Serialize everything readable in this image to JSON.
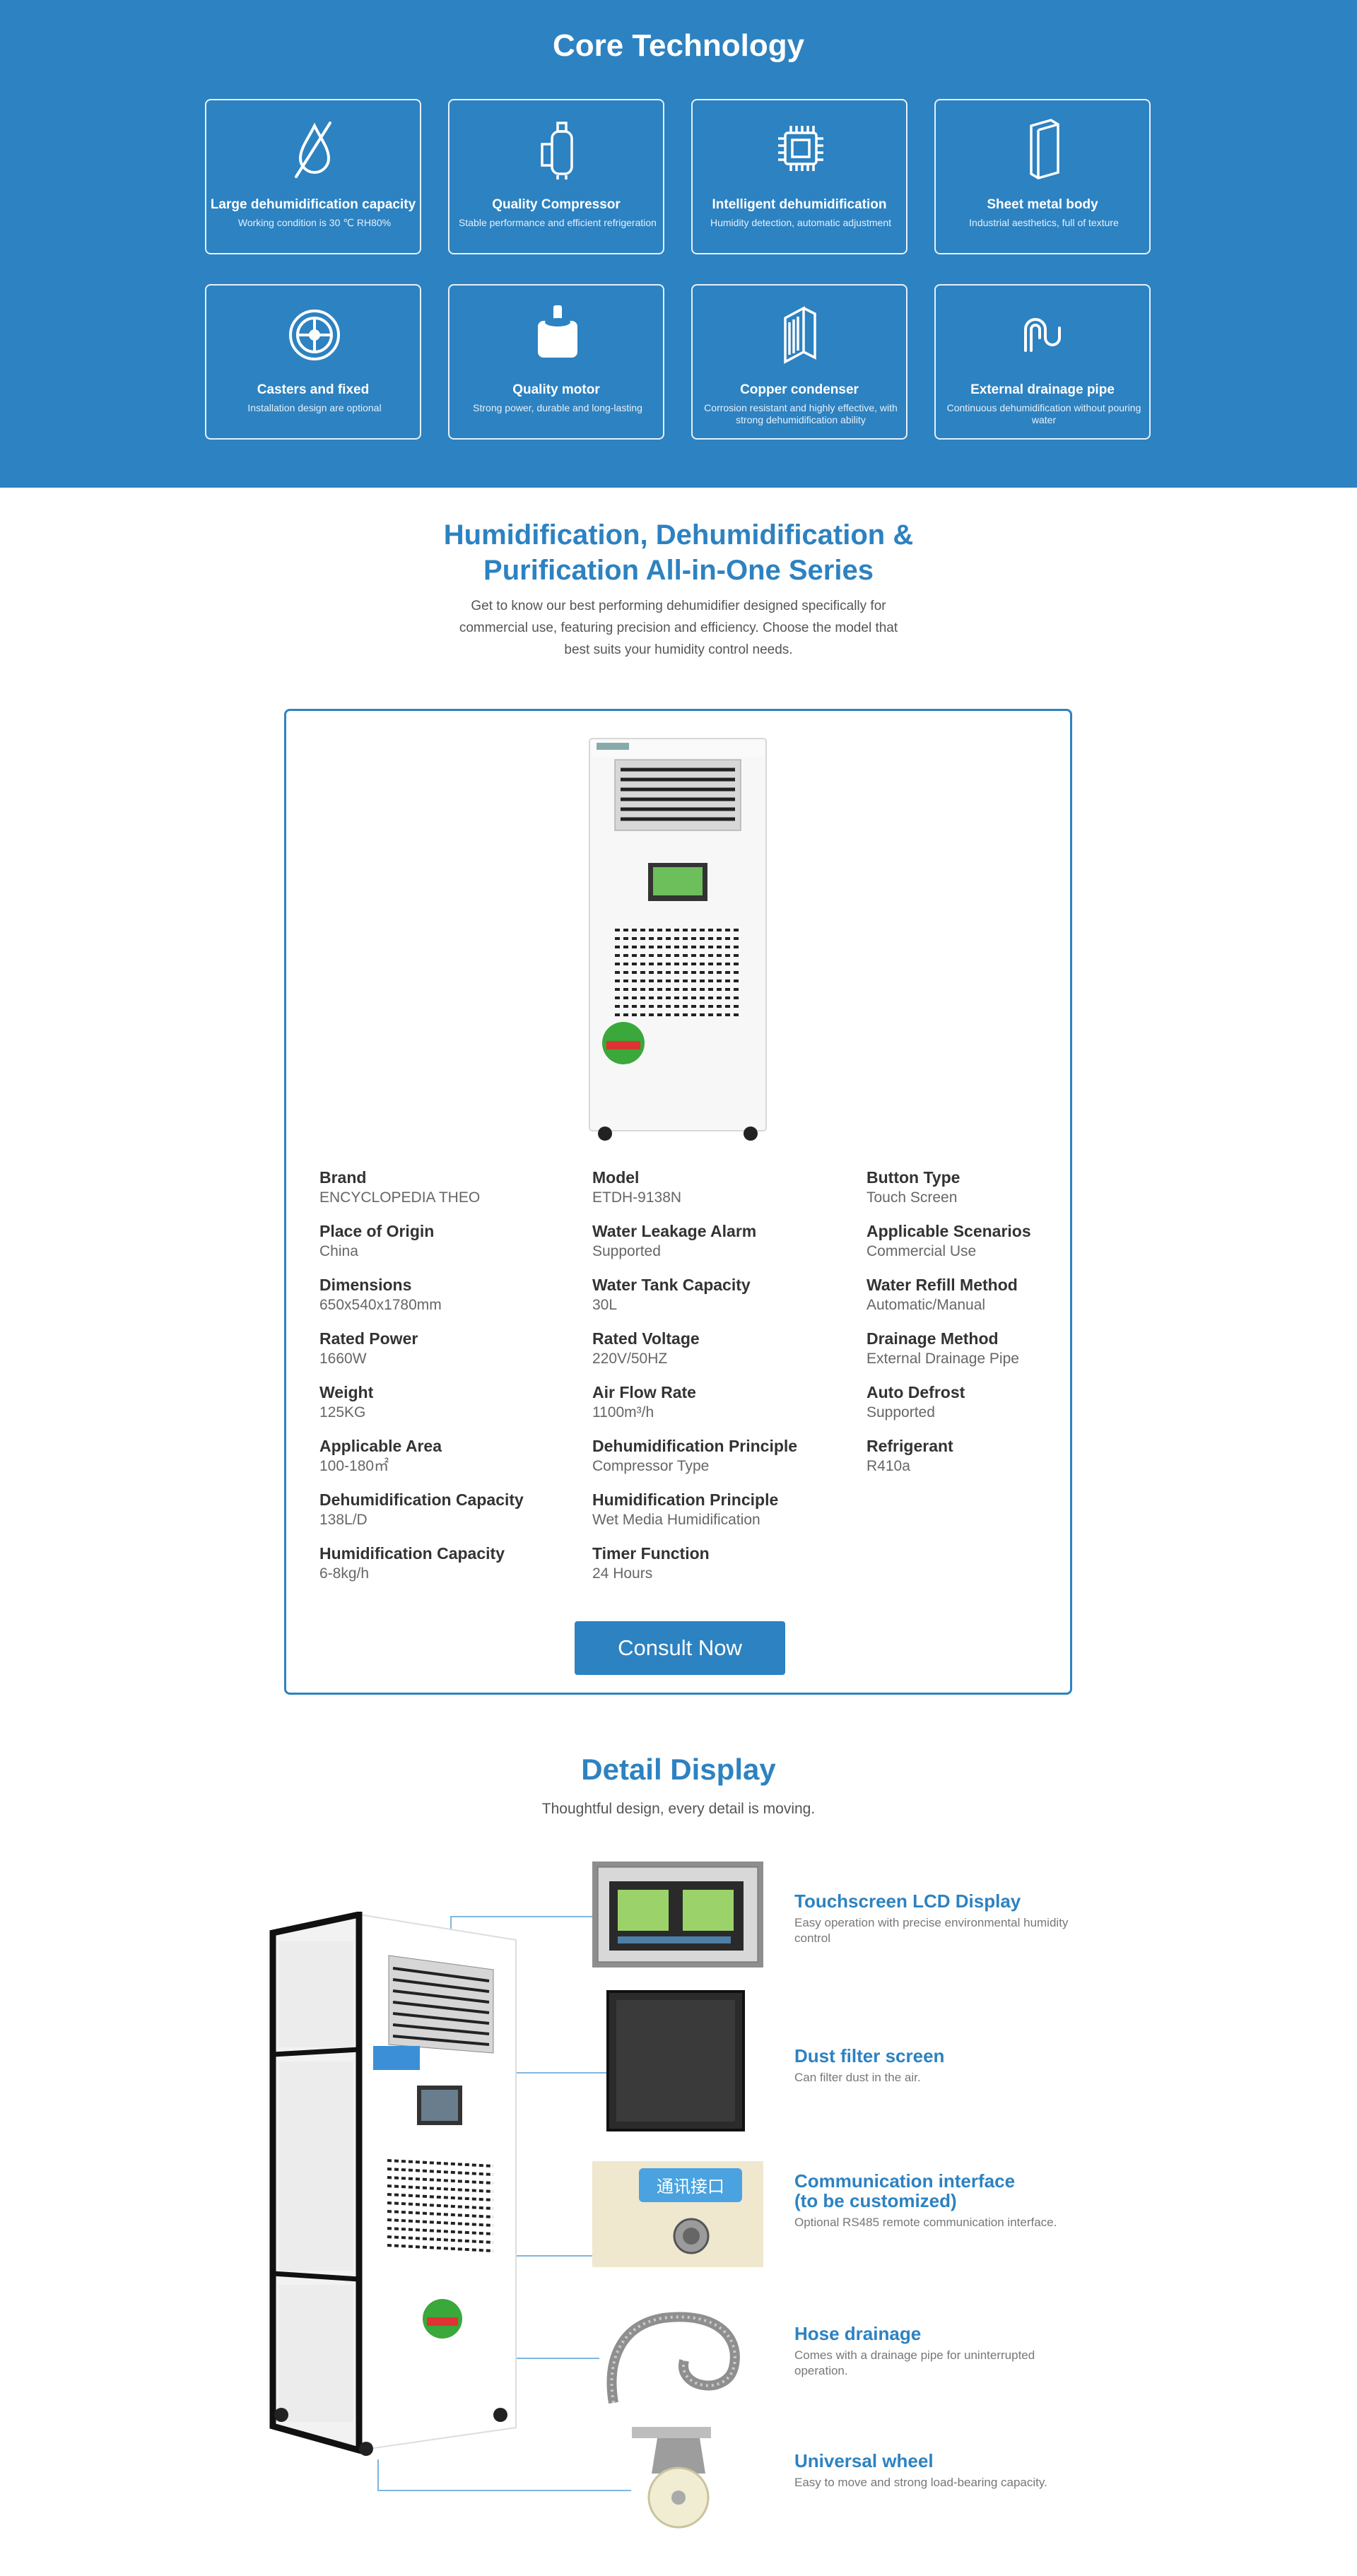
{
  "core": {
    "title": "Core Technology",
    "cards": [
      {
        "icon": "droplet-slash-icon",
        "title": "Large dehumidification capacity",
        "desc": "Working condition is 30 ℃ RH80%"
      },
      {
        "icon": "compressor-icon",
        "title": "Quality Compressor",
        "desc": "Stable performance and efficient refrigeration"
      },
      {
        "icon": "chip-icon",
        "title": "Intelligent dehumidification",
        "desc": "Humidity detection, automatic adjustment"
      },
      {
        "icon": "cabinet-icon",
        "title": "Sheet metal body",
        "desc": "Industrial aesthetics, full of texture"
      },
      {
        "icon": "wheel-icon",
        "title": "Casters and fixed",
        "desc": "Installation design are optional"
      },
      {
        "icon": "motor-icon",
        "title": "Quality motor",
        "desc": "Strong power, durable and long-lasting"
      },
      {
        "icon": "condenser-icon",
        "title": "Copper condenser",
        "desc": "Corrosion resistant and highly effective, with strong dehumidification ability"
      },
      {
        "icon": "pipe-icon",
        "title": "External drainage pipe",
        "desc": "Continuous dehumidification without pouring water"
      }
    ]
  },
  "series": {
    "title_line1": "Humidification, Dehumidification &",
    "title_line2": "Purification All-in-One Series",
    "desc": "Get to know our best performing dehumidifier designed specifically for commercial use, featuring precision and efficiency. Choose the model that best suits your humidity control needs."
  },
  "specs": {
    "col1": [
      {
        "label": "Brand",
        "value": "ENCYCLOPEDIA THEO"
      },
      {
        "label": "Place of Origin",
        "value": "China"
      },
      {
        "label": "Dimensions",
        "value": "650x540x1780mm"
      },
      {
        "label": "Rated Power",
        "value": "1660W"
      },
      {
        "label": "Weight",
        "value": "125KG"
      },
      {
        "label": "Applicable Area",
        "value": "100-180㎡"
      },
      {
        "label": "Dehumidification Capacity",
        "value": "138L/D"
      },
      {
        "label": "Humidification Capacity",
        "value": "6-8kg/h"
      }
    ],
    "col2": [
      {
        "label": "Model",
        "value": "ETDH-9138N"
      },
      {
        "label": "Water Leakage Alarm",
        "value": "Supported"
      },
      {
        "label": "Water Tank Capacity",
        "value": "30L"
      },
      {
        "label": "Rated Voltage",
        "value": "220V/50HZ"
      },
      {
        "label": "Air Flow Rate",
        "value": "1100m³/h"
      },
      {
        "label": "Dehumidification Principle",
        "value": "Compressor Type"
      },
      {
        "label": "Humidification Principle",
        "value": "Wet Media Humidification"
      },
      {
        "label": "Timer Function",
        "value": "24 Hours"
      }
    ],
    "col3": [
      {
        "label": "Button Type",
        "value": "Touch Screen"
      },
      {
        "label": "Applicable Scenarios",
        "value": "Commercial Use"
      },
      {
        "label": "Water Refill Method",
        "value": "Automatic/Manual"
      },
      {
        "label": "Drainage Method",
        "value": "External Drainage Pipe"
      },
      {
        "label": "Auto Defrost",
        "value": "Supported"
      },
      {
        "label": "Refrigerant",
        "value": "R410a"
      }
    ],
    "consult_label": "Consult Now"
  },
  "detail": {
    "title": "Detail Display",
    "subtitle": "Thoughtful design, every detail is moving.",
    "features": [
      {
        "title": "Touchscreen LCD Display",
        "desc": "Easy operation with precise environmental humidity control"
      },
      {
        "title": "Dust filter screen",
        "desc": "Can filter dust in the air."
      },
      {
        "title_line1": "Communication interface",
        "title_line2": "(to be customized)",
        "desc": "Optional RS485 remote communication interface.",
        "panel_text": "通讯接口"
      },
      {
        "title": "Hose drainage",
        "desc": "Comes with a drainage pipe for uninterrupted operation."
      },
      {
        "title": "Universal wheel",
        "desc": "Easy to move and strong load-bearing capacity."
      }
    ]
  },
  "colors": {
    "brand_blue": "#2d82c1",
    "card_border": "#e7f1fa"
  }
}
